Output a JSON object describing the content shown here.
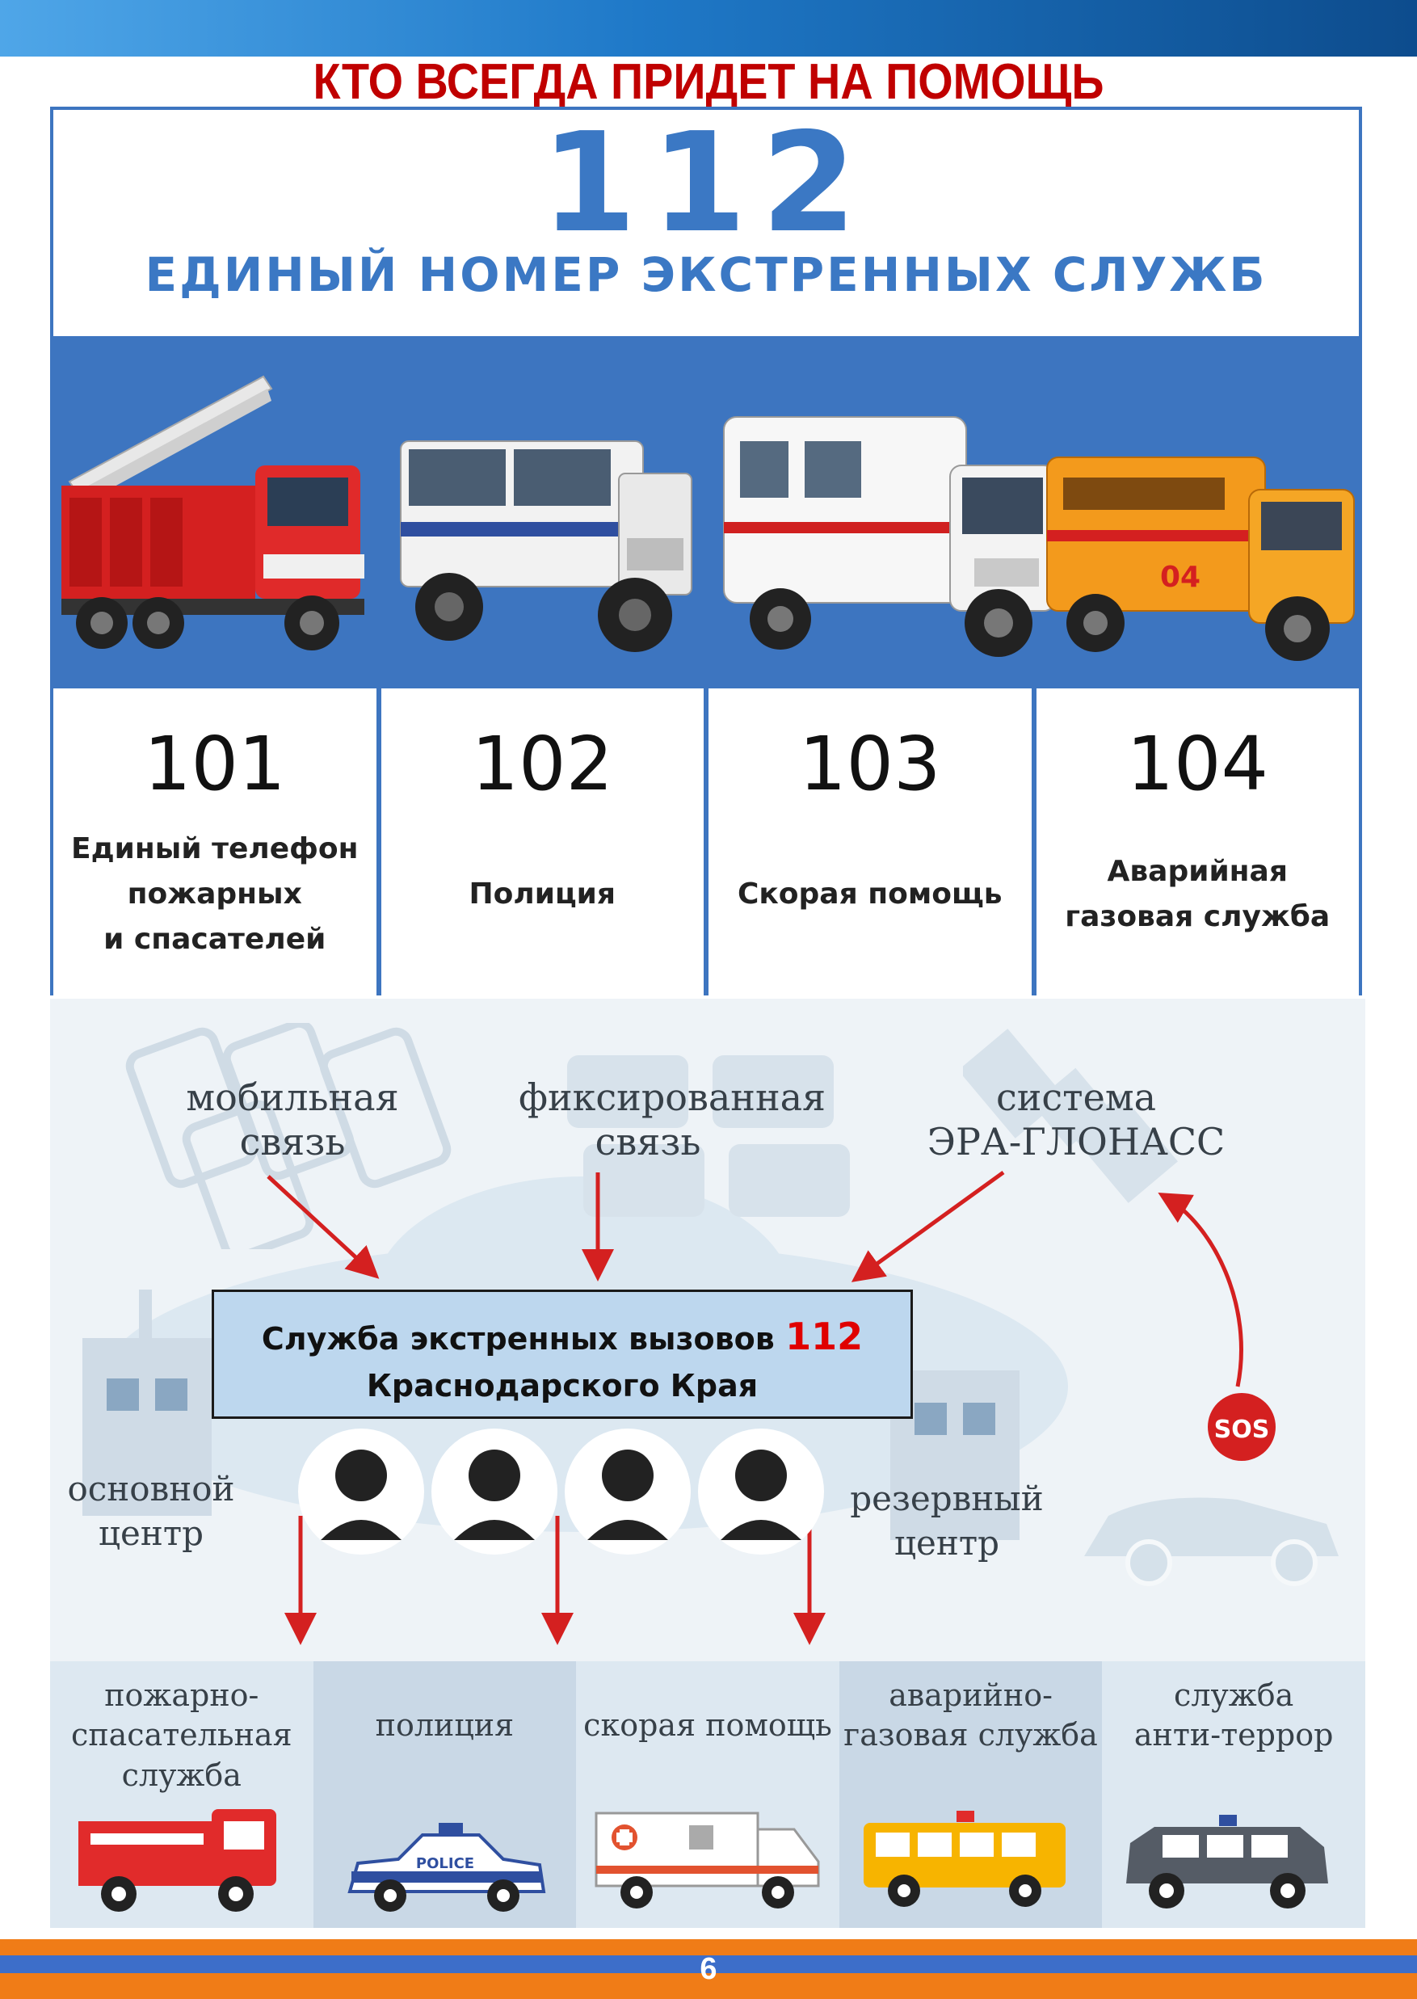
{
  "title": "КТО ВСЕГДА ПРИДЕТ НА ПОМОЩЬ",
  "poster": {
    "number": "112",
    "subtitle": "ЕДИНЫЙ НОМЕР ЭКСТРЕННЫХ СЛУЖБ",
    "services": [
      {
        "code": "101",
        "desc": "Единый телефон\nпожарных\nи спасателей"
      },
      {
        "code": "102",
        "desc": "Полиция"
      },
      {
        "code": "103",
        "desc": "Скорая помощь"
      },
      {
        "code": "104",
        "desc": "Аварийная\nгазовая служба"
      }
    ],
    "vehicle_text": {
      "ambulance_door": "04"
    }
  },
  "flow": {
    "sources": {
      "mobile": "мобильная\nсвязь",
      "fixed": "фиксированная\nсвязь",
      "glonass": "система\nЭРА-ГЛОНАСС"
    },
    "center_line1": "Служба экстренных вызовов",
    "center_number": "112",
    "center_line2": "Краснодарского Края",
    "main_center": "основной\nцентр",
    "reserve_center": "резервный\nцентр",
    "sos": "SOS",
    "services": [
      {
        "label": "пожарно-\nспасательная\nслужба"
      },
      {
        "label": "полиция"
      },
      {
        "label": "скорая помощь"
      },
      {
        "label": "аварийно-\nгазовая служба"
      },
      {
        "label": "служба\nанти-террор"
      }
    ],
    "police_text": "POLICE"
  },
  "page_number": "6",
  "colors": {
    "title_red": "#c00000",
    "poster_blue": "#3d75c0",
    "accent_red": "#e00000"
  }
}
